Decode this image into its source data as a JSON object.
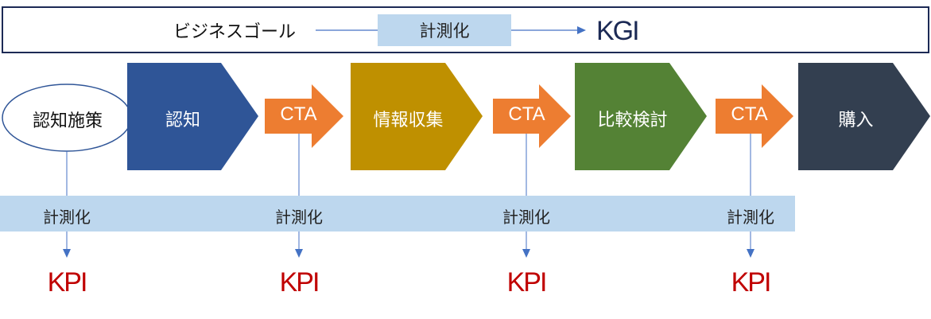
{
  "header": {
    "goal_label": "ビジネスゴール",
    "measure_label": "計測化",
    "kgi_label": "KGI"
  },
  "initiative": {
    "label": "認知施策"
  },
  "stages": [
    {
      "label": "認知",
      "color": "#2f5597"
    },
    {
      "label": "情報収集",
      "color": "#bf9000"
    },
    {
      "label": "比較検討",
      "color": "#548235"
    },
    {
      "label": "購入",
      "color": "#333f50"
    }
  ],
  "ctas": [
    {
      "label": "CTA"
    },
    {
      "label": "CTA"
    },
    {
      "label": "CTA"
    }
  ],
  "measures": [
    {
      "label": "計測化",
      "kpi": "KPI"
    },
    {
      "label": "計測化",
      "kpi": "KPI"
    },
    {
      "label": "計測化",
      "kpi": "KPI"
    },
    {
      "label": "計測化",
      "kpi": "KPI"
    }
  ],
  "colors": {
    "cta": "#ed7d31",
    "measure_band": "#bdd7ee",
    "connector": "#4472c4",
    "kpi": "#c00000",
    "kgi": "#1c2a55"
  }
}
